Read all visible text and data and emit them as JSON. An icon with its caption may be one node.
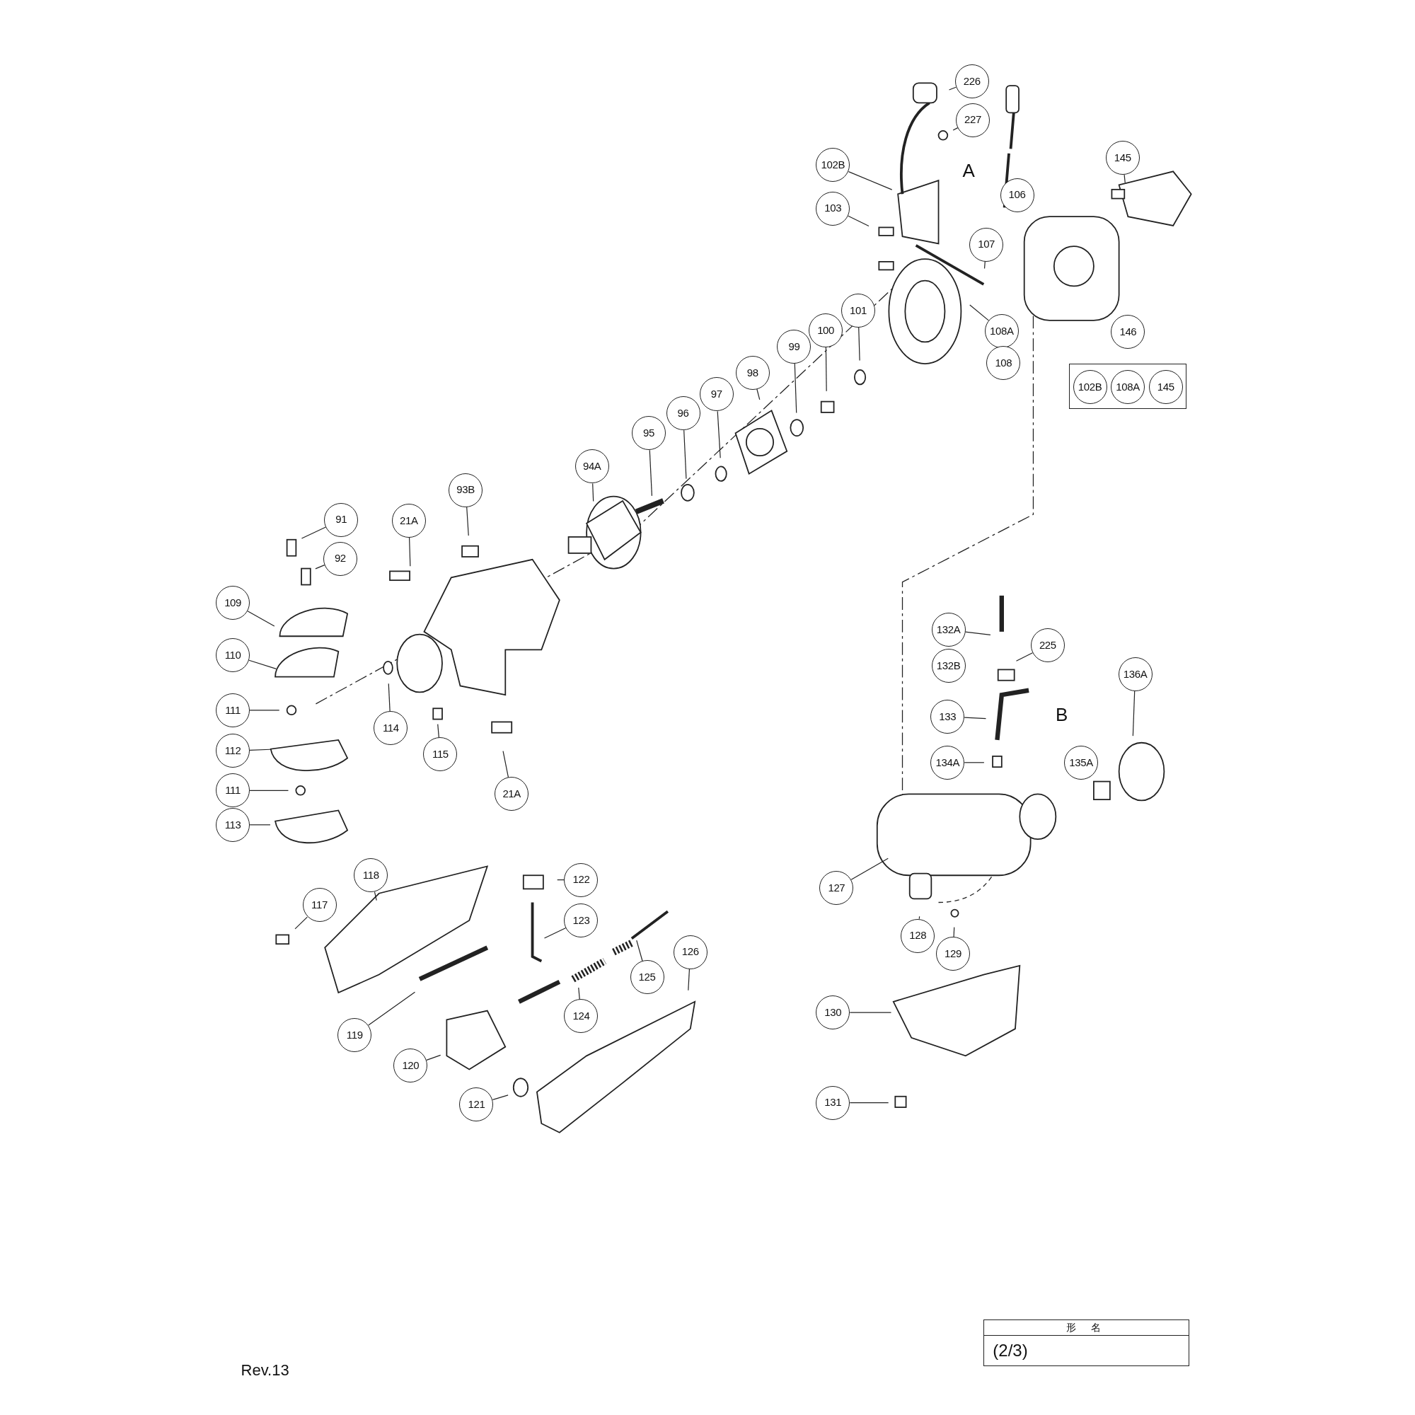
{
  "diagram": {
    "nodes": [
      {
        "text": [
          "226"
        ]
      },
      {
        "text": [
          "227"
        ]
      },
      {
        "text": [
          "102B"
        ]
      },
      {
        "text": [
          "145"
        ]
      },
      {
        "text": [
          "106"
        ]
      },
      {
        "text": [
          "103"
        ]
      },
      {
        "text": [
          "107"
        ]
      },
      {
        "text": [
          "101"
        ]
      },
      {
        "text": [
          "100"
        ]
      },
      {
        "text": [
          "108A"
        ]
      },
      {
        "text": [
          "146"
        ]
      },
      {
        "text": [
          "108"
        ]
      },
      {
        "text": [
          "99"
        ]
      },
      {
        "text": [
          "98"
        ]
      },
      {
        "text": [],
        "shape": "box"
      },
      {
        "text": [
          "102B"
        ],
        "in": 14
      },
      {
        "text": [
          "108A"
        ],
        "in": 14
      },
      {
        "text": [
          "145"
        ],
        "in": 14
      },
      {
        "text": [
          "97"
        ]
      },
      {
        "text": [
          "96"
        ]
      },
      {
        "text": [
          "95"
        ]
      },
      {
        "text": [
          "94A"
        ]
      },
      {
        "text": [
          "93B"
        ]
      },
      {
        "text": [
          "21A"
        ]
      },
      {
        "text": [
          "91"
        ]
      },
      {
        "text": [
          "92"
        ]
      },
      {
        "text": [
          "109"
        ]
      },
      {
        "text": [
          "110"
        ]
      },
      {
        "text": [
          "111"
        ]
      },
      {
        "text": [
          "114"
        ]
      },
      {
        "text": [
          "112"
        ]
      },
      {
        "text": [
          "115"
        ]
      },
      {
        "text": [
          "111"
        ]
      },
      {
        "text": [
          "21A"
        ]
      },
      {
        "text": [
          "113"
        ]
      },
      {
        "text": [
          "132A"
        ]
      },
      {
        "text": [
          "225"
        ]
      },
      {
        "text": [
          "132B"
        ]
      },
      {
        "text": [
          "136A"
        ]
      },
      {
        "text": [
          "133"
        ]
      },
      {
        "text": [
          "134A"
        ]
      },
      {
        "text": [
          "135A"
        ]
      },
      {
        "text": [
          "118"
        ]
      },
      {
        "text": [
          "122"
        ]
      },
      {
        "text": [
          "127"
        ]
      },
      {
        "text": [
          "117"
        ]
      },
      {
        "text": [
          "123"
        ]
      },
      {
        "text": [
          "128"
        ]
      },
      {
        "text": [
          "126"
        ]
      },
      {
        "text": [
          "129"
        ]
      },
      {
        "text": [
          "125"
        ]
      },
      {
        "text": [
          "130"
        ]
      },
      {
        "text": [
          "124"
        ]
      },
      {
        "text": [
          "119"
        ]
      },
      {
        "text": [
          "120"
        ]
      },
      {
        "text": [
          "131"
        ]
      },
      {
        "text": [
          "121"
        ]
      }
    ],
    "edges": [
      {
        "from": 0,
        "to": null,
        "arrow": "none"
      },
      {
        "from": 1,
        "to": null,
        "arrow": "none"
      },
      {
        "from": 2,
        "to": null,
        "arrow": "none"
      },
      {
        "from": 3,
        "to": null,
        "arrow": "none"
      },
      {
        "from": 4,
        "to": null,
        "arrow": "none"
      },
      {
        "from": 5,
        "to": null,
        "arrow": "none"
      },
      {
        "from": 6,
        "to": null,
        "arrow": "none"
      },
      {
        "from": 7,
        "to": null,
        "arrow": "none"
      },
      {
        "from": 8,
        "to": null,
        "arrow": "none"
      },
      {
        "from": 9,
        "to": null,
        "arrow": "none"
      },
      {
        "from": 12,
        "to": null,
        "arrow": "none"
      },
      {
        "from": 13,
        "to": null,
        "arrow": "none"
      },
      {
        "from": 18,
        "to": null,
        "arrow": "none"
      },
      {
        "from": 19,
        "to": null,
        "arrow": "none"
      },
      {
        "from": 20,
        "to": null,
        "arrow": "none"
      },
      {
        "from": 21,
        "to": null,
        "arrow": "none"
      },
      {
        "from": 22,
        "to": null,
        "arrow": "none"
      },
      {
        "from": 23,
        "to": null,
        "arrow": "none"
      },
      {
        "from": 24,
        "to": null,
        "arrow": "none"
      },
      {
        "from": 25,
        "to": null,
        "arrow": "none"
      },
      {
        "from": 26,
        "to": null,
        "arrow": "none"
      },
      {
        "from": 27,
        "to": null,
        "arrow": "none"
      },
      {
        "from": 28,
        "to": null,
        "arrow": "none"
      },
      {
        "from": 29,
        "to": null,
        "arrow": "none"
      },
      {
        "from": 30,
        "to": null,
        "arrow": "none"
      },
      {
        "from": 31,
        "to": null,
        "arrow": "none"
      },
      {
        "from": 32,
        "to": null,
        "arrow": "none"
      },
      {
        "from": 33,
        "to": null,
        "arrow": "none"
      },
      {
        "from": 34,
        "to": null,
        "arrow": "none"
      },
      {
        "from": 35,
        "to": null,
        "arrow": "none"
      },
      {
        "from": 36,
        "to": null,
        "arrow": "none"
      },
      {
        "from": 38,
        "to": null,
        "arrow": "none"
      },
      {
        "from": 39,
        "to": null,
        "arrow": "none"
      },
      {
        "from": 40,
        "to": null,
        "arrow": "none"
      },
      {
        "from": 41,
        "to": null,
        "arrow": "none"
      },
      {
        "from": 42,
        "to": null,
        "arrow": "none"
      },
      {
        "from": 43,
        "to": null,
        "arrow": "none"
      },
      {
        "from": 44,
        "to": null,
        "arrow": "none"
      },
      {
        "from": 45,
        "to": null,
        "arrow": "none"
      },
      {
        "from": 46,
        "to": null,
        "arrow": "none"
      },
      {
        "from": 47,
        "to": null,
        "arrow": "none"
      },
      {
        "from": 48,
        "to": null,
        "arrow": "none"
      },
      {
        "from": 49,
        "to": null,
        "arrow": "none"
      },
      {
        "from": 50,
        "to": null,
        "arrow": "none"
      },
      {
        "from": 51,
        "to": null,
        "arrow": "none"
      },
      {
        "from": 52,
        "to": null,
        "arrow": "none"
      },
      {
        "from": 53,
        "to": null,
        "arrow": "none"
      },
      {
        "from": 54,
        "to": null,
        "arrow": "none"
      },
      {
        "from": 55,
        "to": null,
        "arrow": "none"
      },
      {
        "from": 56,
        "to": null,
        "arrow": "none"
      }
    ],
    "labels": [
      "A",
      "B",
      "形 名",
      "(2/3)",
      "Rev.13"
    ]
  }
}
